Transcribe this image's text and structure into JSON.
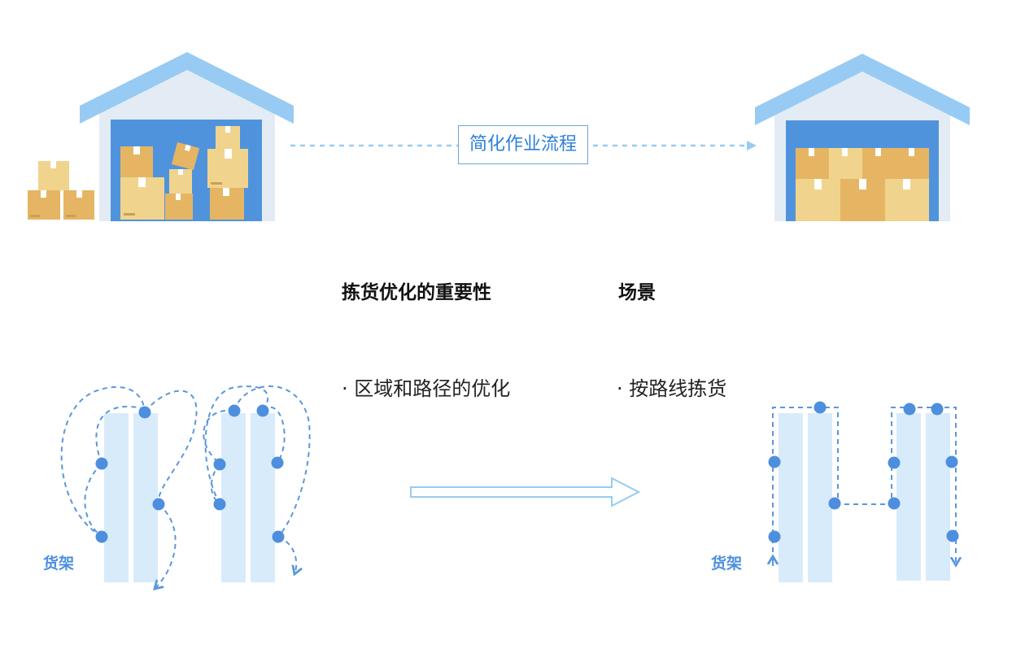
{
  "top": {
    "flow_label": "简化作业流程"
  },
  "headings": {
    "left": "拣货优化的重要性",
    "right": "场景"
  },
  "bullets": {
    "left": "·  区域和路径的优化",
    "right": "·  按路线拣货"
  },
  "shelves": {
    "left_label": "货架",
    "right_label": "货架"
  },
  "colors": {
    "roof": "#97cbf3",
    "wall": "#e3ecf5",
    "door": "#5093dd",
    "box_dark": "#e5b563",
    "box_light": "#f0d48d",
    "shelf": "#d8ebfb",
    "pick_point": "#4d8fde",
    "route_line": "#5b97dc"
  }
}
